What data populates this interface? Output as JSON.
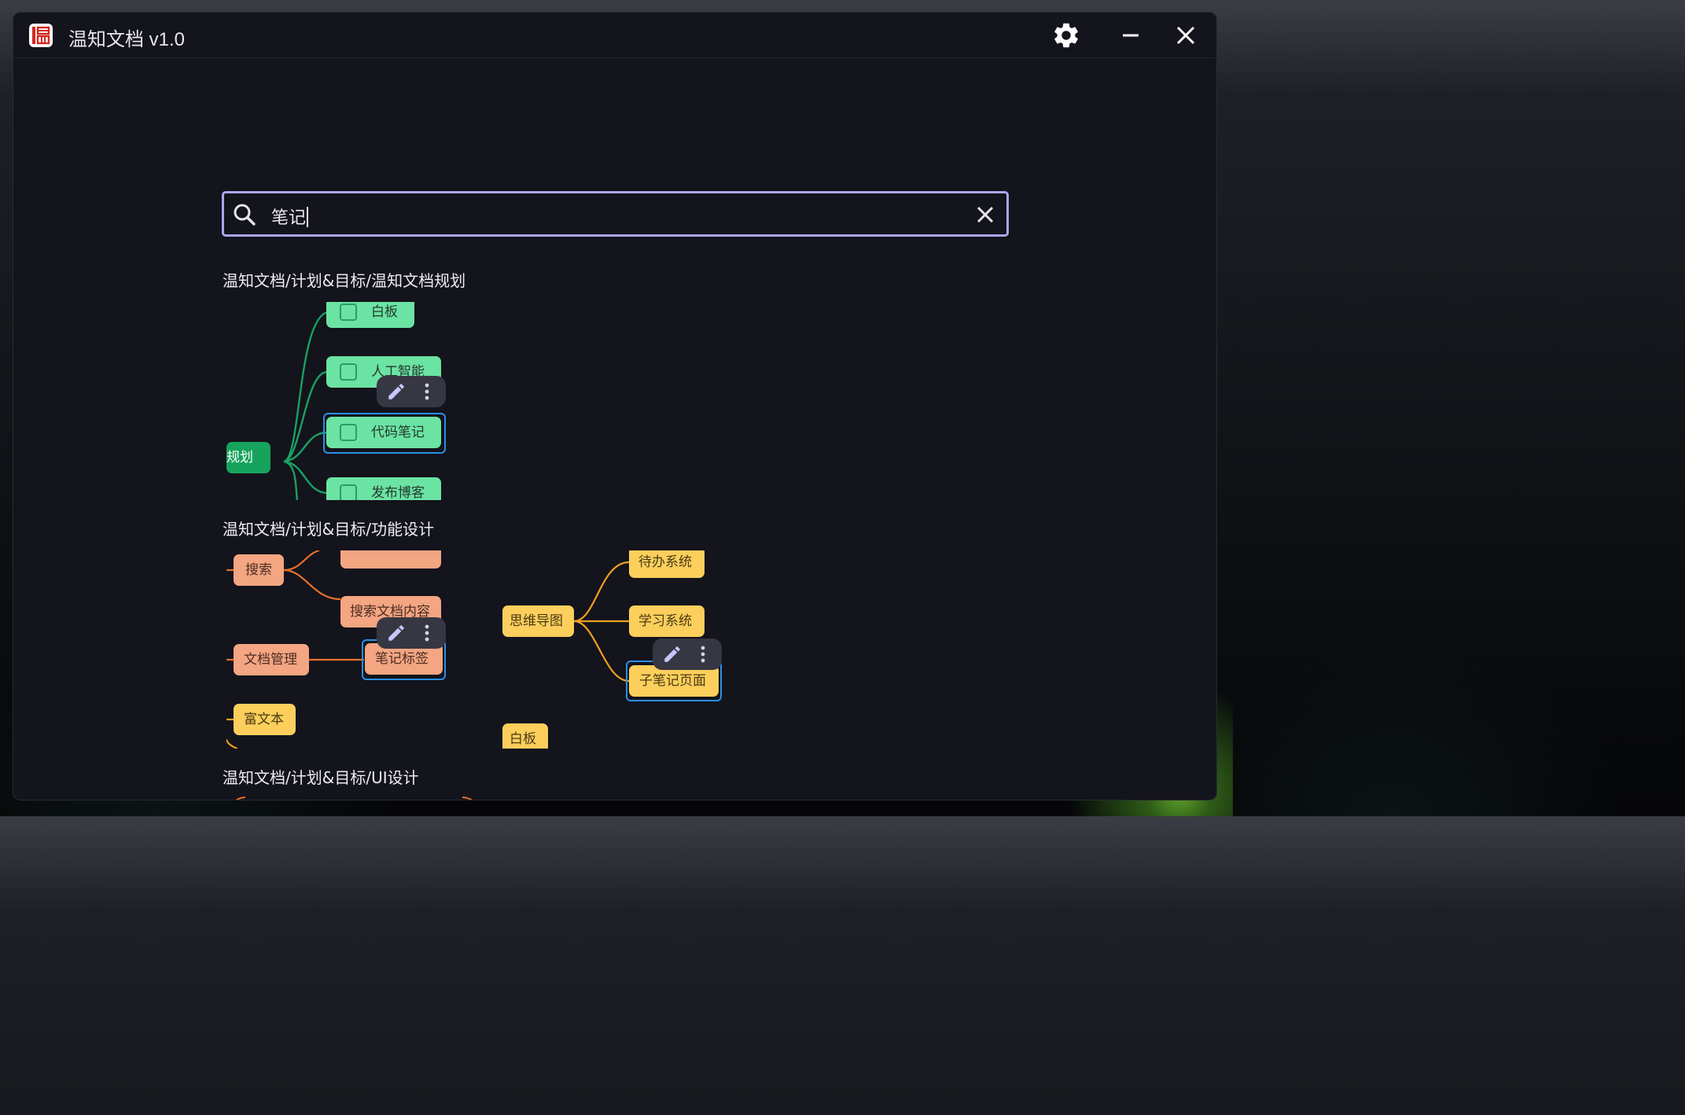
{
  "app": {
    "title": "温知文档 v1.0",
    "colors": {
      "window_bg": "#13141c",
      "search_border": "#a9a8ee",
      "selection": "#2b8ee8"
    }
  },
  "titlebar": {
    "icons": [
      "app-logo",
      "gear-icon",
      "minimize-icon",
      "close-icon"
    ]
  },
  "search": {
    "query": "笔记",
    "icon": "search-icon",
    "clear_icon": "close-icon"
  },
  "results": [
    {
      "path": "温知文档/计划&目标/温知文档规划",
      "root": "规划",
      "nodes": [
        "白板",
        "人工智能",
        "代码笔记",
        "发布博客"
      ],
      "selected": "代码笔记"
    },
    {
      "path": "温知文档/计划&目标/功能设计",
      "nodes_left": [
        "搜索",
        "搜索文档内容",
        "文档管理",
        "笔记标签",
        "富文本"
      ],
      "selected_left": "笔记标签",
      "branch_root": "思维导图",
      "nodes_right": [
        "待办系统",
        "学习系统",
        "子笔记页面",
        "白板"
      ],
      "selected_right": "子笔记页面"
    },
    {
      "path": "温知文档/计划&目标/UI设计"
    }
  ],
  "node_toolbar": {
    "icons": [
      "pencil-icon",
      "more-vertical-icon"
    ]
  }
}
